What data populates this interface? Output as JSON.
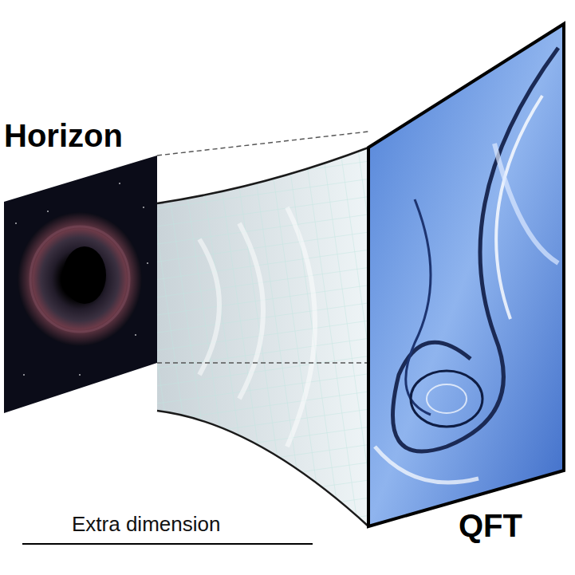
{
  "diagram": {
    "nodes": [
      {
        "text": [
          "Horizon"
        ]
      },
      {
        "text": [
          "QFT"
        ]
      }
    ],
    "labels": [
      "Extra dimension"
    ]
  }
}
